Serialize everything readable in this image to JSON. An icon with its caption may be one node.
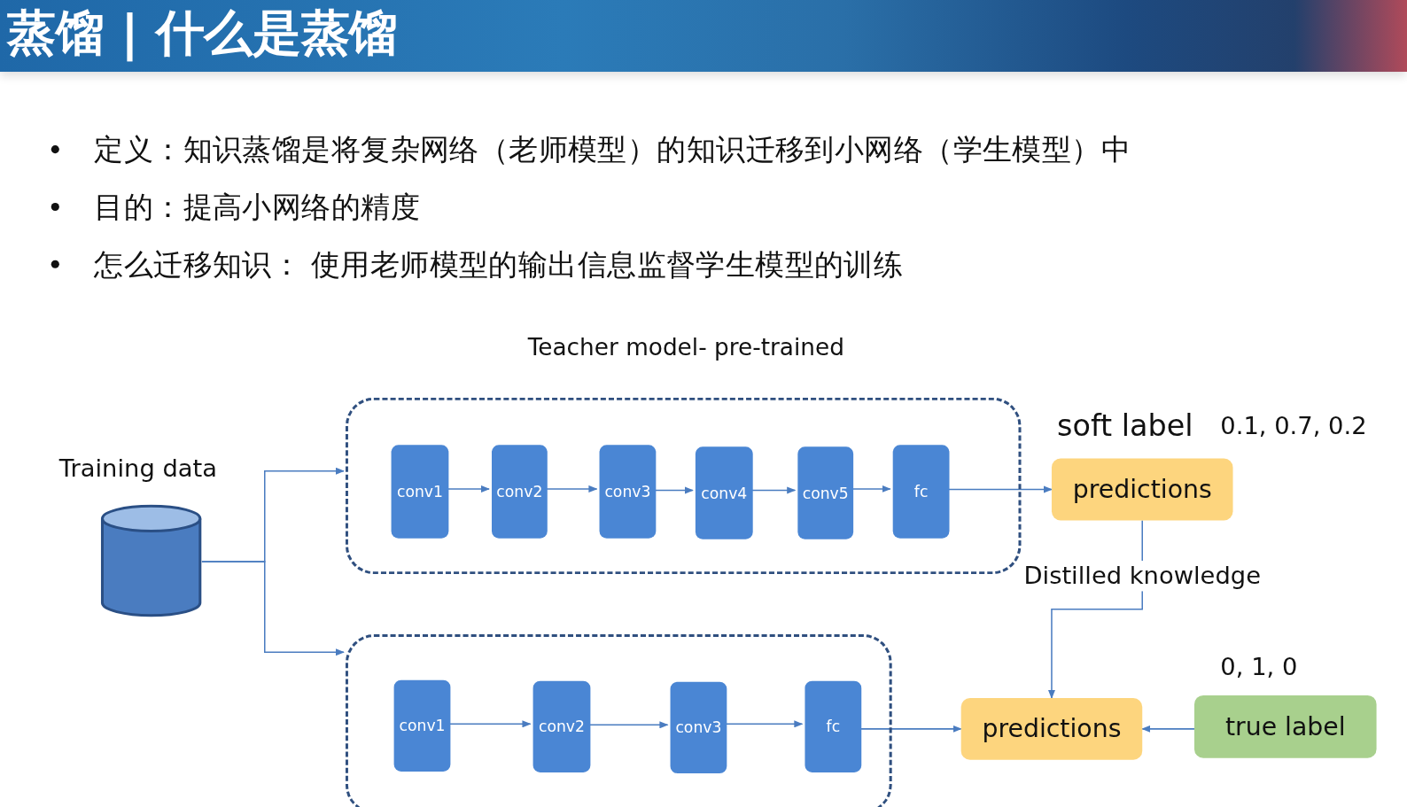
{
  "diagram": {
    "title": "蒸馏 | 什么是蒸馏",
    "nodes": [
      {
        "text": [
          "Teacher model- pre-trained"
        ]
      },
      {
        "text": [
          "conv1"
        ],
        "in": 0
      },
      {
        "text": [
          "conv2"
        ],
        "in": 0
      },
      {
        "text": [
          "conv3"
        ],
        "in": 0
      },
      {
        "text": [
          "conv4"
        ],
        "in": 0
      },
      {
        "text": [
          "conv5"
        ],
        "in": 0
      },
      {
        "text": [
          "fc"
        ],
        "in": 0
      },
      {
        "text": [],
        "shape": "box"
      },
      {
        "text": [
          "conv1"
        ],
        "in": 7
      },
      {
        "text": [
          "conv2"
        ],
        "in": 7
      },
      {
        "text": [
          "conv3"
        ],
        "in": 7
      },
      {
        "text": [
          "fc"
        ],
        "in": 7
      },
      {
        "text": [
          "Training data"
        ]
      },
      {
        "text": [
          "predictions"
        ],
        "beside": [
          "soft label",
          "0.1, 0.7, 0.2"
        ]
      },
      {
        "text": [
          "predictions"
        ]
      },
      {
        "text": [
          "true label"
        ],
        "beside": [
          "0, 1, 0"
        ]
      }
    ],
    "edges": [
      {
        "from": 12,
        "to": 0,
        "arrow": "to"
      },
      {
        "from": 12,
        "to": 7,
        "arrow": "to"
      },
      {
        "from": 1,
        "to": 2,
        "arrow": "to"
      },
      {
        "from": 2,
        "to": 3,
        "arrow": "to"
      },
      {
        "from": 3,
        "to": 4,
        "arrow": "to"
      },
      {
        "from": 4,
        "to": 5,
        "arrow": "to"
      },
      {
        "from": 5,
        "to": 6,
        "arrow": "to"
      },
      {
        "from": 6,
        "to": 13,
        "arrow": "to"
      },
      {
        "from": 8,
        "to": 9,
        "arrow": "to"
      },
      {
        "from": 9,
        "to": 10,
        "arrow": "to"
      },
      {
        "from": 10,
        "to": 11,
        "arrow": "to"
      },
      {
        "from": 11,
        "to": 14,
        "arrow": "to"
      },
      {
        "from": 13,
        "to": 14,
        "arrow": "to",
        "label": "Distilled knowledge"
      },
      {
        "from": 15,
        "to": 14,
        "arrow": "to"
      }
    ],
    "labels": [
      "定义：知识蒸馏是将复杂网络（老师模型）的知识迁移到小网络（学生模型）中",
      "目的：提高小网络的精度",
      "怎么迁移知识： 使用老师模型的输出信息监督学生模型的训练"
    ]
  }
}
